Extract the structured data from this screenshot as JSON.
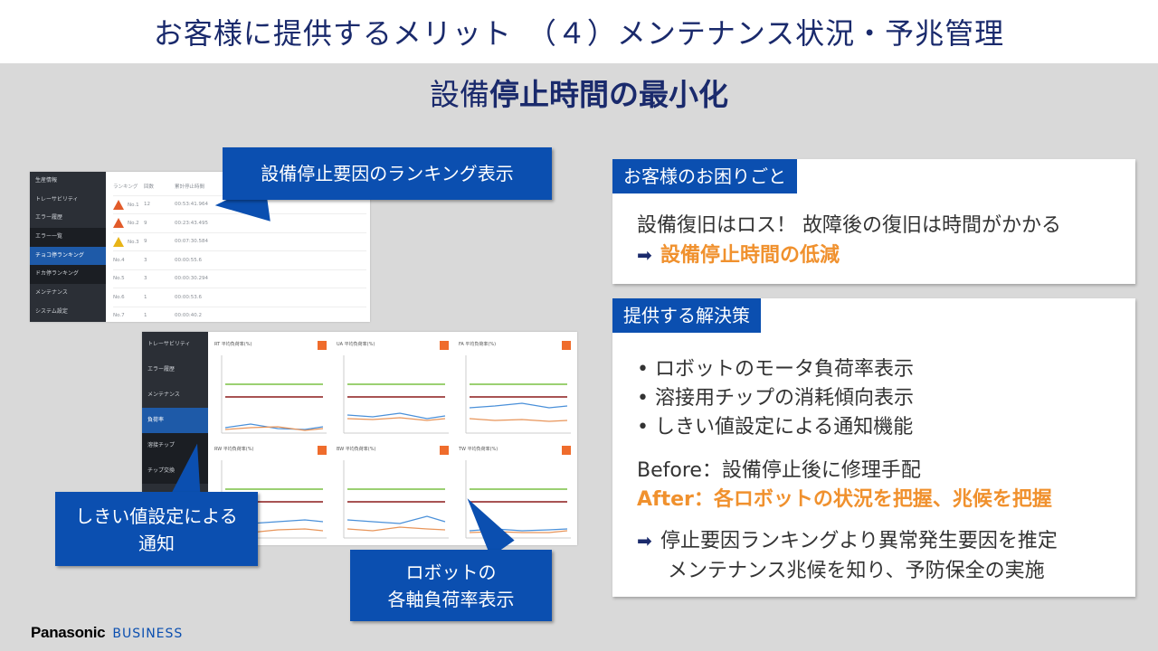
{
  "header": {
    "title": "お客様に提供するメリット　（４）メンテナンス状況・予兆管理",
    "subtitle_normal": "設備",
    "subtitle_bold": "停止時間の最小化"
  },
  "callouts": {
    "ranking": "設備停止要因のランキング表示",
    "threshold_line1": "しきい値設定による",
    "threshold_line2": "通知",
    "load_line1": "ロボットの",
    "load_line2": "各軸負荷率表示"
  },
  "problem_panel": {
    "tag": "お客様のお困りごと",
    "line1": "設備復旧はロス！ 故障後の復旧は時間がかかる",
    "arrow": "➡",
    "line2": "設備停止時間の低減"
  },
  "solution_panel": {
    "tag": "提供する解決策",
    "bullets": [
      "• ロボットのモータ負荷率表示",
      "• 溶接用チップの消耗傾向表示",
      "• しきい値設定による通知機能"
    ],
    "before": "Before：設備停止後に修理手配",
    "after": "After：各ロボットの状況を把握、兆候を把握",
    "arrow": "➡",
    "conclusion1": "停止要因ランキングより異常発生要因を推定",
    "conclusion2": "メンテナンス兆候を知り、予防保全の実施"
  },
  "footer": {
    "brand": "Panasonic",
    "division": "BUSINESS"
  },
  "screen1": {
    "sidebar": [
      "生産情報",
      "トレーサビリティ",
      "エラー履歴",
      "エラー一覧",
      "チョコ停ランキング",
      "ドカ停ランキング",
      "メンテナンス",
      "システム設定"
    ],
    "headers": [
      "ランキング",
      "回数",
      "累計停止時間"
    ],
    "rows": [
      [
        "No.1",
        "12",
        "00:53:41.964"
      ],
      [
        "No.2",
        "9",
        "00:23:43.495"
      ],
      [
        "No.3",
        "9",
        "00:07:30.584"
      ],
      [
        "No.4",
        "3",
        "00:00:55.6"
      ],
      [
        "No.5",
        "3",
        "00:00:30.294"
      ],
      [
        "No.6",
        "1",
        "00:00:53.6"
      ],
      [
        "No.7",
        "1",
        "00:00:40.2"
      ]
    ]
  },
  "screen2": {
    "sidebar": [
      "トレーサビリティ",
      "エラー履歴",
      "メンテナンス",
      "負荷率",
      "溶接チップ",
      "チップ交換"
    ],
    "chart_labels": [
      "RT 平均負荷率(%)",
      "UA 平均負荷率(%)",
      "FA 平均負荷率(%)",
      "RW 平均負荷率(%)",
      "BW 平均負荷率(%)",
      "TW 平均負荷率(%)"
    ]
  }
}
